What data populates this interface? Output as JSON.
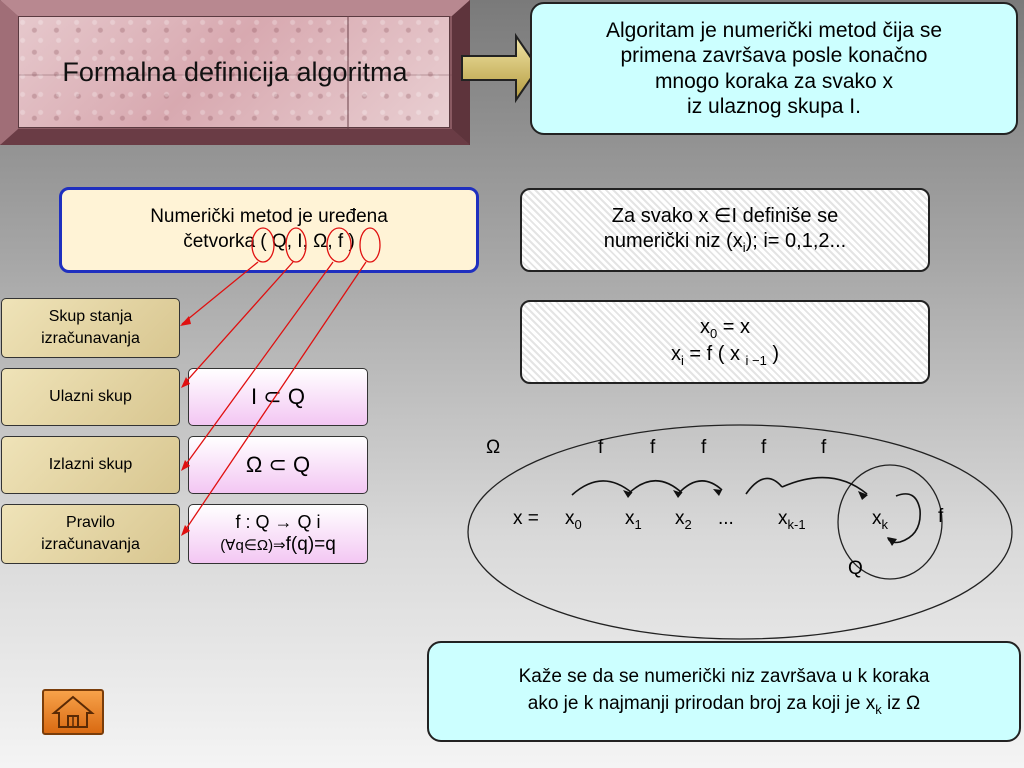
{
  "title": "Formalna definicija algoritma",
  "definition_callout": {
    "line1": "Algoritam je numerički metod čija se",
    "line2": "primena završava posle konačno",
    "line3": "mnogo koraka za svako x",
    "line4": "iz ulaznog skupa I."
  },
  "numeric_method": {
    "line1": "Numerički metod je uređena",
    "line2_prefix": "četvorka (",
    "q": "Q",
    "i": "I",
    "omega": "Ω",
    "f": "f",
    "sep": ",",
    "close": ")"
  },
  "sequence_box": {
    "line1": "Za svako x ∈I definiše se",
    "line2_a": "numerički niz (x",
    "line2_sub": "i",
    "line2_b": "); i= 0,1,2..."
  },
  "recurrence_box": {
    "line1_a": "x",
    "line1_sub": "0",
    "line1_b": " = x",
    "line2_a": "x",
    "line2_sub": "i",
    "line2_b": " = f ( x ",
    "line2_sub2": "i −1",
    "line2_c": " )"
  },
  "components": [
    {
      "label": "Skup stanja izračunavanja",
      "label_l1": "Skup stanja",
      "label_l2": "izračunavanja"
    },
    {
      "label": "Ulazni skup"
    },
    {
      "label": "Izlazni skup"
    },
    {
      "label": "Pravilo izračunavanja",
      "label_l1": "Pravilo",
      "label_l2": "izračunavanja"
    }
  ],
  "relations": {
    "input": "I ⊂ Q",
    "output": "Ω ⊂ Q",
    "rule_l1": "f : Q → Q i",
    "rule_l2_a": "(∀q∈Ω)⇒",
    "rule_l2_b": "f(q)=q"
  },
  "diagram": {
    "omega": "Ω",
    "q": "Q",
    "x_eq": "x =",
    "f": "f",
    "dots": "...",
    "x": "x",
    "subs": [
      "0",
      "1",
      "2",
      "k-1",
      "k"
    ]
  },
  "conclusion": {
    "line1": "Kaže se da se numerički niz završava u k koraka",
    "line2_a": "ako je k najmanji prirodan broj za koji je x",
    "line2_sub": "k",
    "line2_b": " iz Ω"
  },
  "icons": {
    "home": "home-icon",
    "arrow": "block-arrow-right"
  },
  "colors": {
    "callout_bg": "#ccffff",
    "blue_border": "#1f2fbf",
    "red_connector": "#e01010",
    "tan_box": "#e6d6a2",
    "pink_box": "#f3c7f3",
    "home_button": "#e8832a"
  }
}
